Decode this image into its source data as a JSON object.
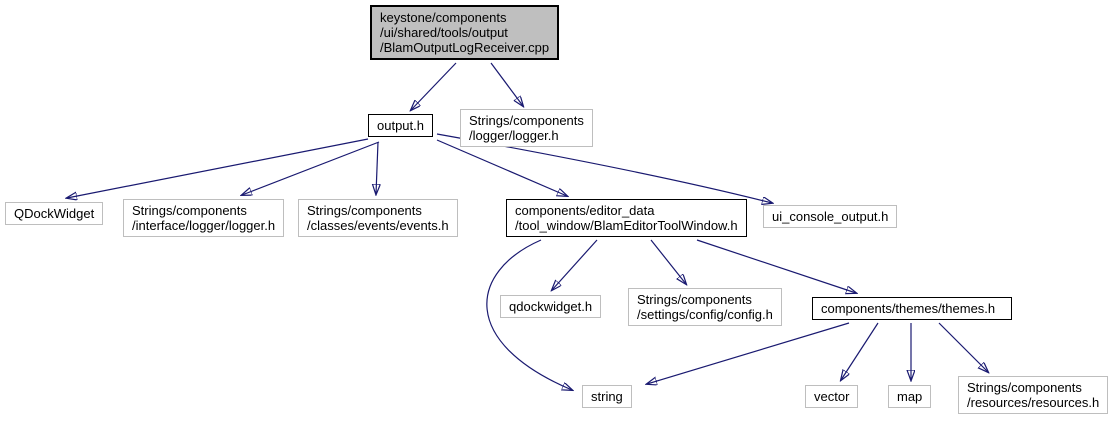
{
  "graph": {
    "title": "include dependency graph for BlamOutputLogReceiver.cpp",
    "type": "include-dependency-graph",
    "colors": {
      "edge": "#191970",
      "main_node_fill": "#bfbfbf",
      "main_node_border": "#000000",
      "linked_node_border": "#000000",
      "leaf_node_border": "#bebebe",
      "node_fill": "#ffffff",
      "text": "#000000",
      "background": "#ffffff"
    },
    "nodes": {
      "main": {
        "label": [
          "keystone/components",
          "/ui/shared/tools/output",
          "/BlamOutputLogReceiver.cpp"
        ]
      },
      "output_h": {
        "label": "output.h"
      },
      "logger_h": {
        "label": [
          "Strings/components",
          "/logger/logger.h"
        ]
      },
      "qdockwidget_class": {
        "label": "QDockWidget"
      },
      "interface_logger_h": {
        "label": [
          "Strings/components",
          "/interface/logger/logger.h"
        ]
      },
      "events_h": {
        "label": [
          "Strings/components",
          "/classes/events/events.h"
        ]
      },
      "editor_tool_window_h": {
        "label": [
          "components/editor_data",
          "/tool_window/BlamEditorToolWindow.h"
        ]
      },
      "ui_console_output_h": {
        "label": "ui_console_output.h"
      },
      "qdockwidget_h": {
        "label": "qdockwidget.h"
      },
      "config_h": {
        "label": [
          "Strings/components",
          "/settings/config/config.h"
        ]
      },
      "themes_h": {
        "label": "components/themes/themes.h"
      },
      "string": {
        "label": "string"
      },
      "vector": {
        "label": "vector"
      },
      "map": {
        "label": "map"
      },
      "resources_h": {
        "label": [
          "Strings/components",
          "/resources/resources.h"
        ]
      }
    },
    "edges": [
      {
        "from": "main",
        "to": "output_h"
      },
      {
        "from": "main",
        "to": "logger_h"
      },
      {
        "from": "output_h",
        "to": "qdockwidget_class"
      },
      {
        "from": "output_h",
        "to": "interface_logger_h"
      },
      {
        "from": "output_h",
        "to": "events_h"
      },
      {
        "from": "output_h",
        "to": "editor_tool_window_h"
      },
      {
        "from": "output_h",
        "to": "ui_console_output_h"
      },
      {
        "from": "editor_tool_window_h",
        "to": "qdockwidget_h"
      },
      {
        "from": "editor_tool_window_h",
        "to": "config_h"
      },
      {
        "from": "editor_tool_window_h",
        "to": "themes_h"
      },
      {
        "from": "editor_tool_window_h",
        "to": "string"
      },
      {
        "from": "themes_h",
        "to": "string"
      },
      {
        "from": "themes_h",
        "to": "vector"
      },
      {
        "from": "themes_h",
        "to": "map"
      },
      {
        "from": "themes_h",
        "to": "resources_h"
      }
    ]
  }
}
